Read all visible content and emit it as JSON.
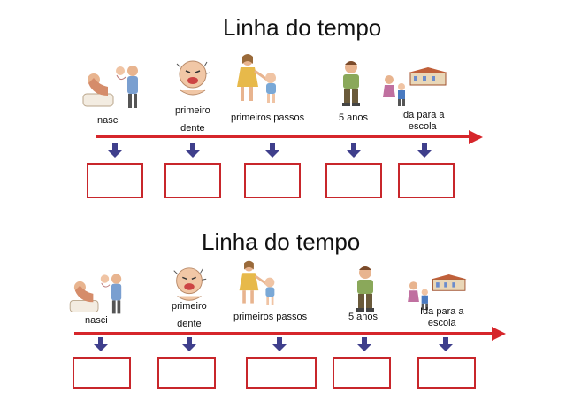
{
  "timelines": [
    {
      "title": "Linha do tempo",
      "events": [
        {
          "label": "nasci",
          "icon": "baby-born-icon"
        },
        {
          "label_line1": "primeiro",
          "label_line2": "dente",
          "icon": "crying-baby-icon"
        },
        {
          "label": "primeiros passos",
          "icon": "first-steps-icon"
        },
        {
          "label": "5 anos",
          "icon": "child-five-years-icon"
        },
        {
          "label_line1": "Ida para a",
          "label_line2": "escola",
          "icon": "going-to-school-icon"
        }
      ]
    },
    {
      "title": "Linha do tempo",
      "events": [
        {
          "label": "nasci",
          "icon": "baby-born-icon"
        },
        {
          "label_line1": "primeiro",
          "label_line2": "dente",
          "icon": "crying-baby-icon"
        },
        {
          "label": "primeiros passos",
          "icon": "first-steps-icon"
        },
        {
          "label": "5 anos",
          "icon": "child-five-years-icon"
        },
        {
          "label_line1": "Ida para a",
          "label_line2": "escola",
          "icon": "going-to-school-icon"
        }
      ]
    }
  ],
  "colors": {
    "arrow": "#d6262b",
    "box_border": "#c8262b",
    "down_arrow": "#3f3f8c"
  }
}
